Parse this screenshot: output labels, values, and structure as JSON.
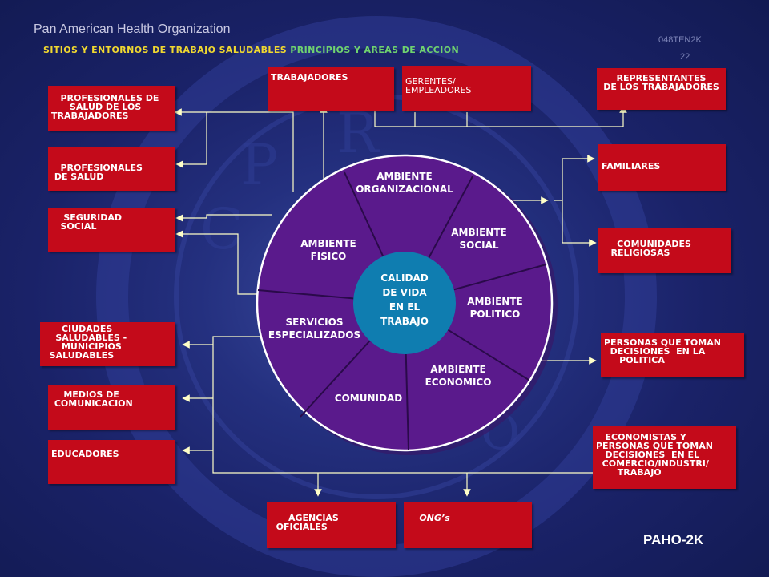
{
  "header": {
    "org_title": "Pan American Health Organization",
    "subtitle_part1": "SITIOS Y ENTORNOS DE TRABAJO SALUDABLES",
    "subtitle_part2": "PRINCIPIOS Y AREAS DE ACCION",
    "slide_code": "048TEN2K",
    "slide_number": "22"
  },
  "footer": {
    "mark": "PAHO-2K"
  },
  "wheel": {
    "core": "CALIDAD\nDE VIDA\nEN EL\nTRABAJO",
    "segments": {
      "organizacional": "AMBIENTE\nORGANIZACIONAL",
      "social": "AMBIENTE\nSOCIAL",
      "politico": "AMBIENTE\nPOLITICO",
      "economico": "AMBIENTE\nECONOMICO",
      "comunidad": "COMUNIDAD",
      "servicios": "SERVICIOS\nESPECIALIZADOS",
      "fisico": "AMBIENTE\nFISICO"
    }
  },
  "boxes": {
    "trabajadores": "TRABAJADORES",
    "gerentes": "GERENTES/\nEMPLEADORES",
    "representantes": "REPRESENTANTES\nDE LOS TRABAJADORES",
    "prof_salud_trab": "   PROFESIONALES DE\n      SALUD DE LOS\nTRABAJADORES",
    "prof_salud": "   PROFESIONALES\n DE SALUD",
    "seguridad": "    SEGURIDAD\n   SOCIAL",
    "ciudades": "      CIUDADES\n    SALUDABLES -\n      MUNICIPIOS\n  SALUDABLES",
    "medios": "    MEDIOS DE\n COMUNICACION",
    "educadores": "EDUCADORES",
    "familiares": "FAMILIARES",
    "religiosas": "     COMUNIDADES\n   RELIGIOSAS",
    "decisiones": "PERSONAS QUE TOMAN\n  DECISIONES  EN LA\n     POLITICA",
    "economistas": "   ECONOMISTAS Y\nPERSONAS QUE TOMAN\n   DECISIONES  EN EL\n  COMERCIO/INDUSTRI/\n       TRABAJO",
    "agencias": "      AGENCIAS\n  OFICIALES",
    "ongs": "    ONG’s"
  },
  "colors": {
    "box_red": "#c40a1a",
    "wheel_purple": "#5a1a8c",
    "core_teal": "#0f7db0",
    "connector": "#ffffc8",
    "subtitle_yellow": "#f0d830",
    "subtitle_green": "#6fd36f"
  }
}
